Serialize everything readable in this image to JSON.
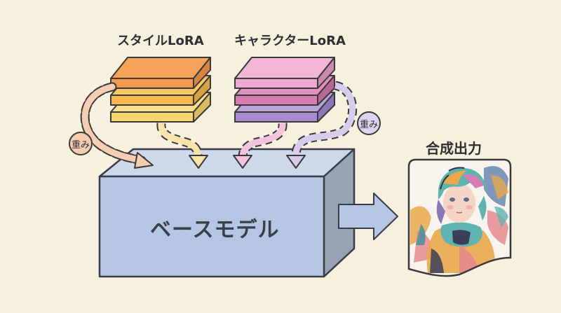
{
  "diagram": {
    "title": "LoRA merge into base model",
    "nodes": {
      "style_lora": {
        "label": "スタイルLoRA",
        "layers": 3,
        "colors": [
          "#f39a4e",
          "#f7b94f",
          "#f8d56e"
        ]
      },
      "character_lora": {
        "label": "キャラクターLoRA",
        "layers": 3,
        "colors": [
          "#ecaad0",
          "#d77db4",
          "#a98bcf"
        ]
      },
      "base_model": {
        "label": "ベースモデル",
        "color": "#b5c6e4"
      },
      "output": {
        "label": "合成出力"
      }
    },
    "weight_badges": [
      {
        "label": "重み",
        "color": "#f5cdb3"
      },
      {
        "label": "重み",
        "color": "#dcd4ee"
      }
    ],
    "edges": [
      {
        "from": "style_lora",
        "to": "base_model",
        "style": "dashed",
        "color": "#f5cdb3",
        "note": "weighted"
      },
      {
        "from": "style_lora",
        "to": "base_model",
        "style": "dashed",
        "color": "#f8e3aa"
      },
      {
        "from": "character_lora",
        "to": "base_model",
        "style": "dashed",
        "color": "#f1c3dd"
      },
      {
        "from": "character_lora",
        "to": "base_model",
        "style": "dashed",
        "color": "#d6cdec",
        "note": "weighted"
      },
      {
        "from": "base_model",
        "to": "output",
        "style": "solid",
        "color": "#b5c6e4"
      }
    ],
    "background": "#f6f0df"
  }
}
